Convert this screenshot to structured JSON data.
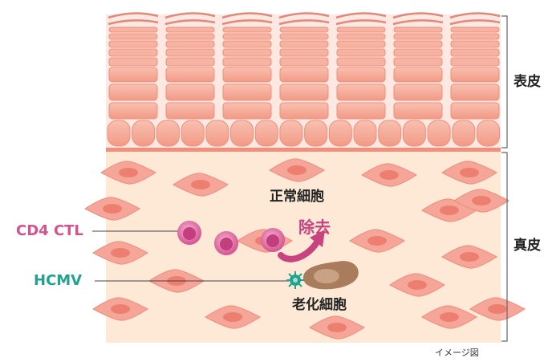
{
  "labels": {
    "epidermis": "表皮",
    "dermis": "真皮",
    "cd4_ctl": "CD4 CTL",
    "hcmv": "HCMV",
    "normal_cell": "正常細胞",
    "removal": "除去",
    "senescent_cell": "老化細胞",
    "caption": "イメージ図"
  },
  "colors": {
    "epidermis_cell": "#f4a08e",
    "epidermis_band": "#f8c4b4",
    "dermis_background": "#fde9d6",
    "fibroblast": "#f5a699",
    "cd4_ctl": "#d4528f",
    "hcmv": "#21a38f",
    "senescent_cell": "#a97c5e",
    "arrow": "#c8437f"
  }
}
